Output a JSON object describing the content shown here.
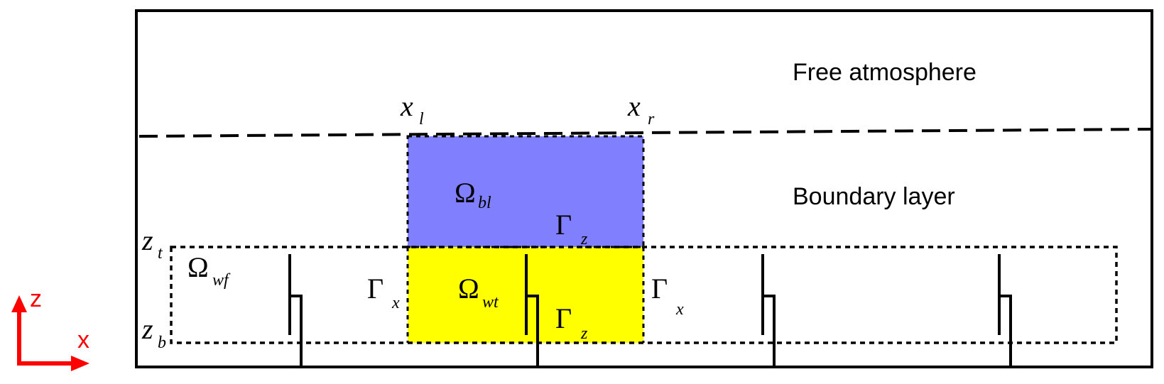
{
  "labels": {
    "free_atmosphere": "Free atmosphere",
    "boundary_layer": "Boundary layer",
    "x_left": {
      "main": "x",
      "sub": "l"
    },
    "x_right": {
      "main": "x",
      "sub": "r"
    },
    "z_top": {
      "main": "z",
      "sub": "t"
    },
    "z_bottom": {
      "main": "z",
      "sub": "b"
    },
    "omega_bl": {
      "main": "Ω",
      "sub": "bl"
    },
    "omega_wt": {
      "main": "Ω",
      "sub": "wt"
    },
    "omega_wf": {
      "main": "Ω",
      "sub": "wf"
    },
    "gamma_z": {
      "main": "Γ",
      "sub": "z"
    },
    "gamma_x": {
      "main": "Γ",
      "sub": "x"
    }
  },
  "axes": {
    "z_label": "z",
    "x_label": "x",
    "color": "#ff0000"
  },
  "colors": {
    "boundary_layer_region": "#8080ff",
    "wind_turbine_region": "#ffff00",
    "stroke": "#000000"
  }
}
